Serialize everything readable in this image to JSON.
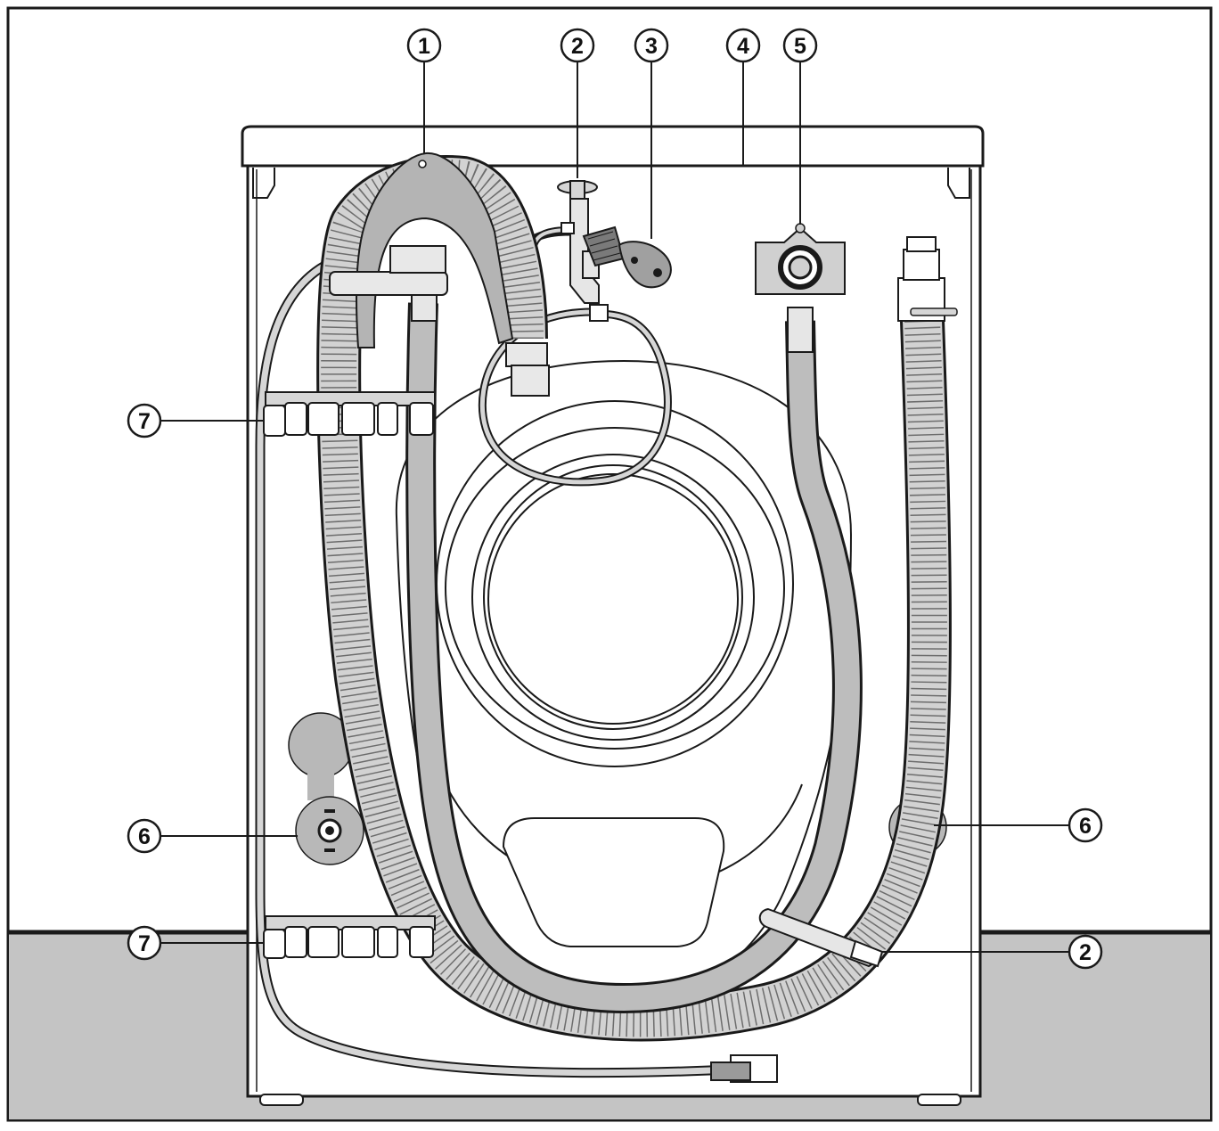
{
  "callouts": [
    {
      "id": "c1-top",
      "label": "1"
    },
    {
      "id": "c2-top",
      "label": "2"
    },
    {
      "id": "c3-top",
      "label": "3"
    },
    {
      "id": "c4-top",
      "label": "4"
    },
    {
      "id": "c5-top",
      "label": "5"
    },
    {
      "id": "c7-upper",
      "label": "7"
    },
    {
      "id": "c6-left",
      "label": "6"
    },
    {
      "id": "c7-lower",
      "label": "7"
    },
    {
      "id": "c6-right",
      "label": "6"
    },
    {
      "id": "c2-right",
      "label": "2"
    }
  ],
  "colors": {
    "line": "#1a1a1a",
    "hose": "#c8c8c8",
    "cable": "#b8b8b8",
    "floor": "#c4c4c4",
    "panel": "#ffffff",
    "plug": "#9a9a9a"
  }
}
